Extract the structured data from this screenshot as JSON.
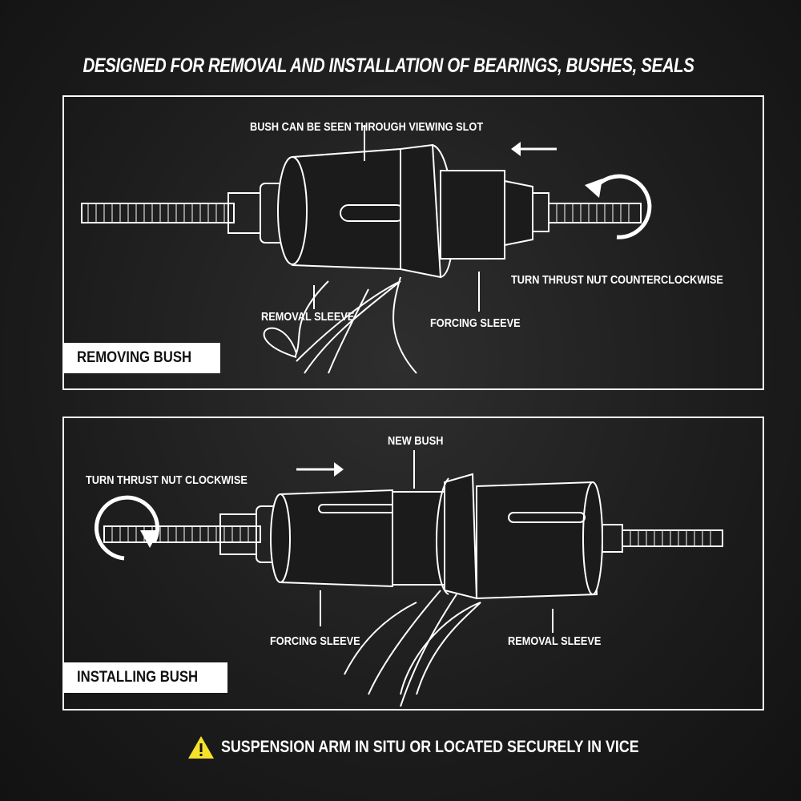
{
  "title": "DESIGNED FOR REMOVAL AND INSTALLATION OF BEARINGS, BUSHES, SEALS",
  "removing": {
    "tag": "REMOVING BUSH",
    "slot_label": "BUSH CAN BE SEEN THROUGH VIEWING SLOT",
    "removal_sleeve": "REMOVAL SLEEVE",
    "forcing_sleeve": "FORCING SLEEVE",
    "instruction": "TURN THRUST NUT COUNTERCLOCKWISE"
  },
  "installing": {
    "tag": "INSTALLING BUSH",
    "new_bush": "NEW BUSH",
    "instruction": "TURN THRUST NUT CLOCKWISE",
    "forcing_sleeve": "FORCING SLEEVE",
    "removal_sleeve": "REMOVAL SLEEVE"
  },
  "warning": {
    "icon": "warning-triangle-icon",
    "text": "SUSPENSION ARM IN SITU OR LOCATED SECURELY IN VICE",
    "color": "#f5e12a"
  }
}
